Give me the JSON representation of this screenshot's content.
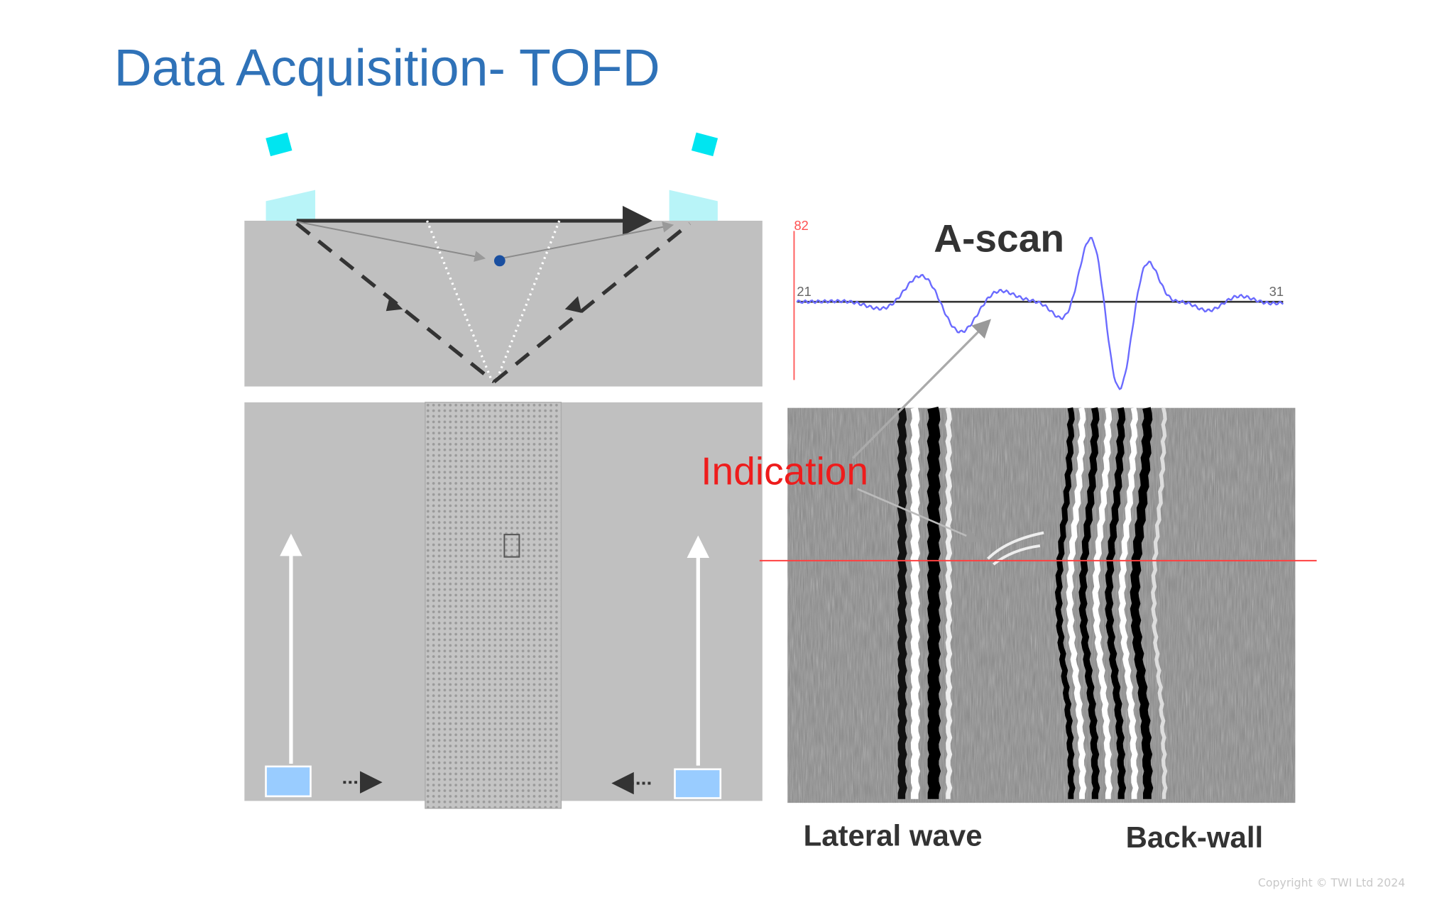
{
  "title": "Data Acquisition- TOFD",
  "ascan": {
    "label": "A-scan",
    "scale_top": "82",
    "left_marker": "21",
    "right_marker": "31"
  },
  "indication_label": "Indication",
  "lateral_wave_label": "Lateral wave",
  "back_wall_label": "Back-wall",
  "copyright": "Copyright © TWI Ltd 2024",
  "colors": {
    "title": "#2f72b8",
    "probe": "#00e5f0",
    "wedge": "#b8f4f8",
    "block": "#c0c0c0",
    "waveform": "#6a6aff",
    "indication": "#ee1c1c",
    "scanner": "#99ccff"
  }
}
